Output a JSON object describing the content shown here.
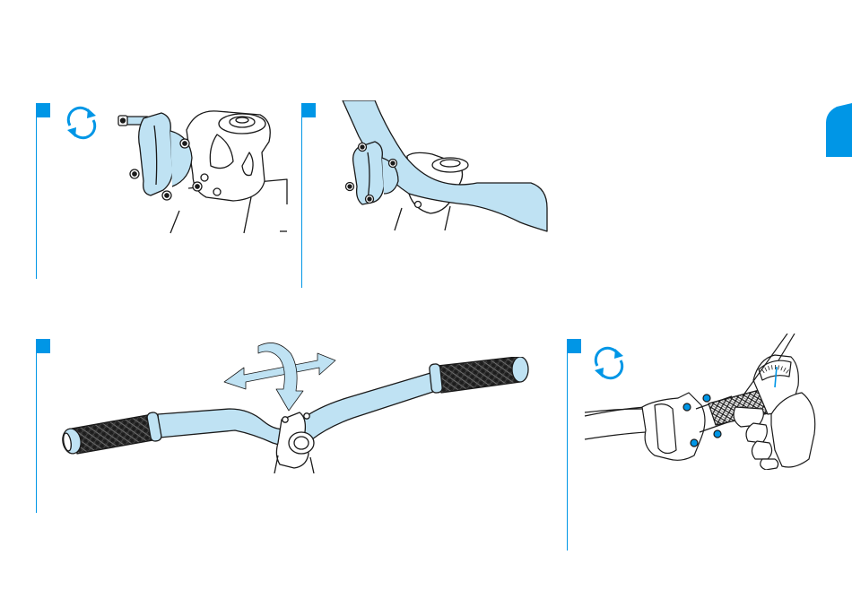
{
  "colors": {
    "accent": "#0096e6",
    "part_fill": "#bfe2f3",
    "line": "#1a1a1a",
    "grip": "#2b2b2b",
    "background": "#ffffff"
  },
  "steps": [
    {
      "id": "step-1",
      "icon": "rotate-arrows-icon",
      "illustration": "stem-faceplate-removal"
    },
    {
      "id": "step-2",
      "icon": null,
      "illustration": "handlebar-insertion"
    },
    {
      "id": "step-3",
      "icon": null,
      "illustration": "handlebar-position-adjust"
    },
    {
      "id": "step-4",
      "icon": "rotate-arrows-icon",
      "illustration": "torque-wrench-tightening"
    }
  ],
  "icons": {
    "rotate": "rotate-arrows-icon",
    "adjust": "four-way-adjust-arrows-icon",
    "torque_wrench": "torque-wrench-icon"
  },
  "torque_dial": {
    "scale_marks": 9,
    "needle_fraction": 0.55
  }
}
